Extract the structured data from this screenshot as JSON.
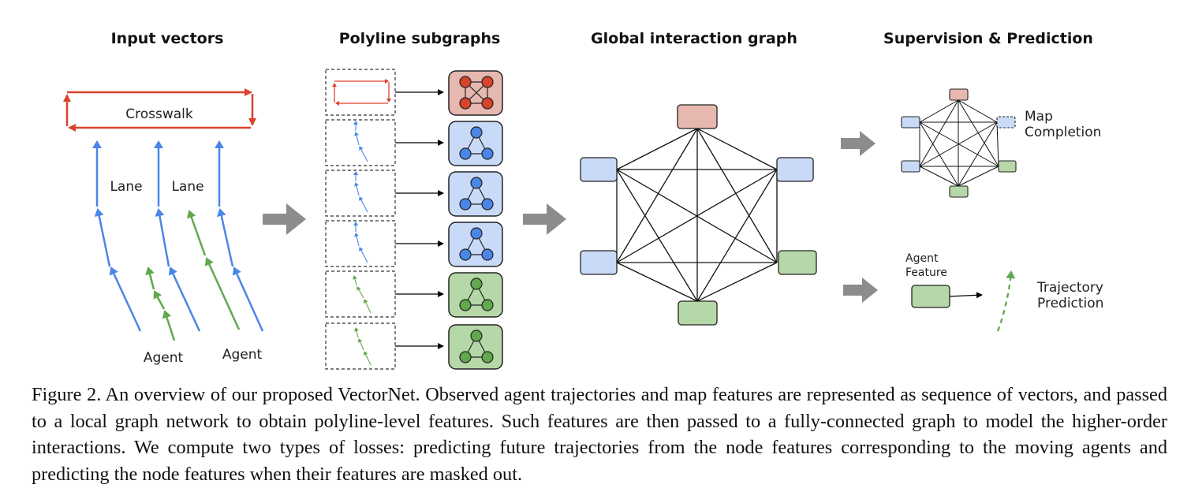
{
  "titles": {
    "input_vectors": "Input vectors",
    "polyline_subgraphs": "Polyline subgraphs",
    "global_graph": "Global interaction graph",
    "supervision": "Supervision & Prediction"
  },
  "labels": {
    "crosswalk": "Crosswalk",
    "lane_1": "Lane",
    "lane_2": "Lane",
    "agent_1": "Agent",
    "agent_2": "Agent",
    "map_completion_1": "Map",
    "map_completion_2": "Completion",
    "agent_feature_1": "Agent",
    "agent_feature_2": "Feature",
    "trajectory_1": "Trajectory",
    "trajectory_2": "Prediction"
  },
  "colors": {
    "crosswalk": "#d9422b",
    "lane": "#4a86e8",
    "agent": "#62a84e",
    "red_fill": "#e6b8b0",
    "blue_fill": "#c9daf8",
    "green_fill": "#b6d7a8",
    "arrow_gray": "#8c8c8c"
  },
  "caption": "Figure 2. An overview of our proposed VectorNet. Observed agent trajectories and map features are represented as sequence of vectors, and passed to a local graph network to obtain polyline-level features. Such features are then passed to a fully-connected graph to model the higher-order interactions. We compute two types of losses: predicting future trajectories from the node features corresponding to the moving agents and predicting the node features when their features are masked out."
}
